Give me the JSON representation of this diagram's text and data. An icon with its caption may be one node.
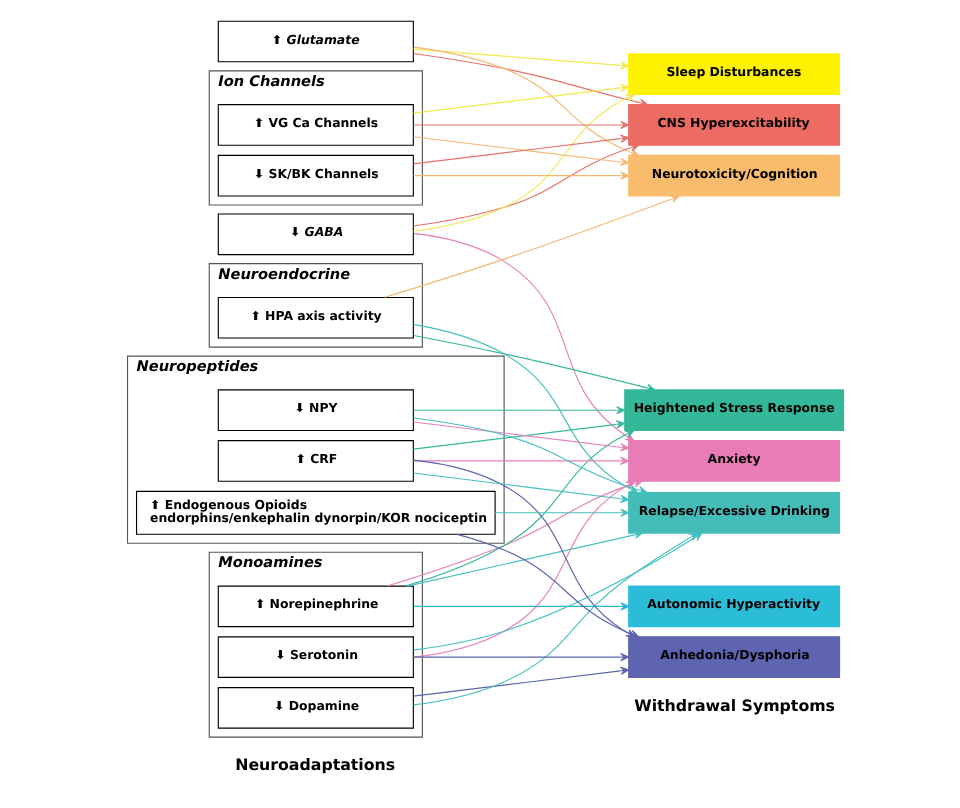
{
  "diagram": {
    "nodes": [
      {
        "text": [
          "⬆ Glutamate"
        ]
      },
      {
        "text": [
          "⬇ GABA"
        ]
      },
      {
        "text": [
          "Monoamines"
        ]
      },
      {
        "text": [
          "⬇ Dopamine"
        ],
        "in": 2
      },
      {
        "text": [
          "⬆ Norepinephrine"
        ],
        "in": 2
      },
      {
        "text": [
          "⬇ Serotonin"
        ],
        "in": 2
      },
      {
        "text": [
          "Neuroendocrine"
        ]
      },
      {
        "text": [
          "⬆ HPA axis activity"
        ],
        "in": 6
      },
      {
        "text": [
          "Neuropeptides"
        ]
      },
      {
        "text": [
          "⬆ CRF"
        ],
        "in": 8
      },
      {
        "text": [
          "⬇ NPY"
        ],
        "in": 8
      },
      {
        "text": [
          "⬆ Endogenous Opioids",
          "endorphins/enkephalin dynorpin/KOR nociceptin"
        ],
        "in": 8
      },
      {
        "text": [
          "Ion Channels"
        ]
      },
      {
        "text": [
          "⬆ VG Ca Channels"
        ],
        "in": 12
      },
      {
        "text": [
          "⬇ SK/BK Channels"
        ],
        "in": 12
      },
      {
        "text": [
          "CNS Hyperexcitability"
        ]
      },
      {
        "text": [
          "Autonomic Hyperactivity"
        ]
      },
      {
        "text": [
          "Sleep Disturbances"
        ]
      },
      {
        "text": [
          "Anxiety"
        ]
      },
      {
        "text": [
          "Heightened Stress Response"
        ]
      },
      {
        "text": [
          "Anhedonia/Dysphoria"
        ]
      },
      {
        "text": [
          "Neurotoxicity/Cognition"
        ]
      },
      {
        "text": [
          "Relapse/Excessive Drinking"
        ]
      }
    ],
    "edges": [
      {
        "from": 0,
        "to": 15,
        "arrow": "to",
        "color": "#e8706a"
      },
      {
        "from": 0,
        "to": 17,
        "arrow": "to",
        "color": "#f2e94e"
      },
      {
        "from": 0,
        "to": 21,
        "arrow": "to",
        "color": "#f5b870"
      },
      {
        "from": 1,
        "to": 15,
        "arrow": "to",
        "color": "#e8706a"
      },
      {
        "from": 1,
        "to": 17,
        "arrow": "to",
        "color": "#f2e94e"
      },
      {
        "from": 1,
        "to": 18,
        "arrow": "to",
        "color": "#e57fb8"
      },
      {
        "from": 3,
        "to": 20,
        "arrow": "to",
        "color": "#5b63ad"
      },
      {
        "from": 3,
        "to": 22,
        "arrow": "to",
        "color": "#45bfbf"
      },
      {
        "from": 4,
        "to": 16,
        "arrow": "to",
        "color": "#2bb5d6"
      },
      {
        "from": 4,
        "to": 18,
        "arrow": "to",
        "color": "#e57fb8"
      },
      {
        "from": 4,
        "to": 19,
        "arrow": "to",
        "color": "#36b89a"
      },
      {
        "from": 4,
        "to": 22,
        "arrow": "to",
        "color": "#45bfbf"
      },
      {
        "from": 5,
        "to": 18,
        "arrow": "to",
        "color": "#e57fb8"
      },
      {
        "from": 5,
        "to": 20,
        "arrow": "to",
        "color": "#5b63ad"
      },
      {
        "from": 5,
        "to": 22,
        "arrow": "to",
        "color": "#45bfbf"
      },
      {
        "from": 7,
        "to": 19,
        "arrow": "to",
        "color": "#36b89a"
      },
      {
        "from": 7,
        "to": 21,
        "arrow": "to",
        "color": "#f5b870"
      },
      {
        "from": 7,
        "to": 22,
        "arrow": "to",
        "color": "#45bfbf"
      },
      {
        "from": 9,
        "to": 18,
        "arrow": "to",
        "color": "#e57fb8"
      },
      {
        "from": 9,
        "to": 19,
        "arrow": "to",
        "color": "#36b89a"
      },
      {
        "from": 9,
        "to": 20,
        "arrow": "to",
        "color": "#5b63ad"
      },
      {
        "from": 9,
        "to": 22,
        "arrow": "to",
        "color": "#45bfbf"
      },
      {
        "from": 10,
        "to": 18,
        "arrow": "to",
        "color": "#e57fb8"
      },
      {
        "from": 10,
        "to": 19,
        "arrow": "to",
        "color": "#36b89a"
      },
      {
        "from": 10,
        "to": 22,
        "arrow": "to",
        "color": "#45bfbf"
      },
      {
        "from": 11,
        "to": 20,
        "arrow": "to",
        "color": "#5b63ad"
      },
      {
        "from": 11,
        "to": 22,
        "arrow": "to",
        "color": "#45bfbf"
      },
      {
        "from": 13,
        "to": 15,
        "arrow": "to",
        "color": "#e8706a"
      },
      {
        "from": 13,
        "to": 17,
        "arrow": "to",
        "color": "#f2e94e"
      },
      {
        "from": 13,
        "to": 21,
        "arrow": "to",
        "color": "#f5b870"
      },
      {
        "from": 14,
        "to": 15,
        "arrow": "to",
        "color": "#e8706a"
      },
      {
        "from": 14,
        "to": 21,
        "arrow": "to",
        "color": "#f5b870"
      }
    ],
    "labels": [
      "Neuroadaptations",
      "Withdrawal Symptoms"
    ]
  }
}
